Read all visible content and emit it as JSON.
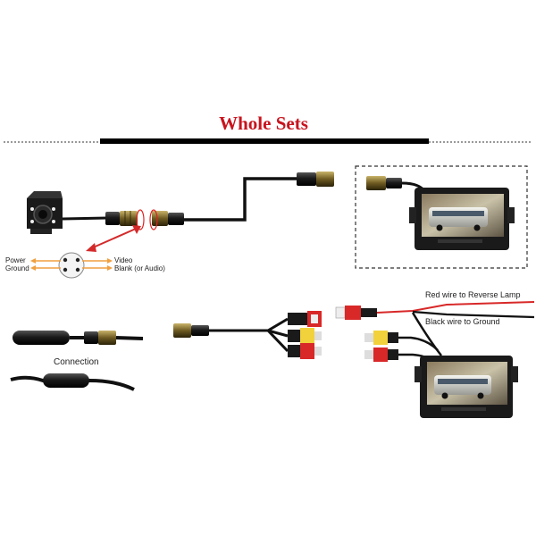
{
  "title": "Whole Sets",
  "pin_labels": {
    "power": "Power",
    "ground": "Ground",
    "video": "Video",
    "blank": "Blank (or Audio)"
  },
  "connection_label": "Connection",
  "wire_labels": {
    "red": "Red wire to Reverse Lamp",
    "black": "Black wire to Ground"
  },
  "colors": {
    "title": "#c8141e",
    "arrow_red": "#d42a2a",
    "arrow_orange": "#f0a040",
    "rca_yellow": "#f2d23c",
    "rca_red": "#d82828",
    "cable": "#111111"
  }
}
